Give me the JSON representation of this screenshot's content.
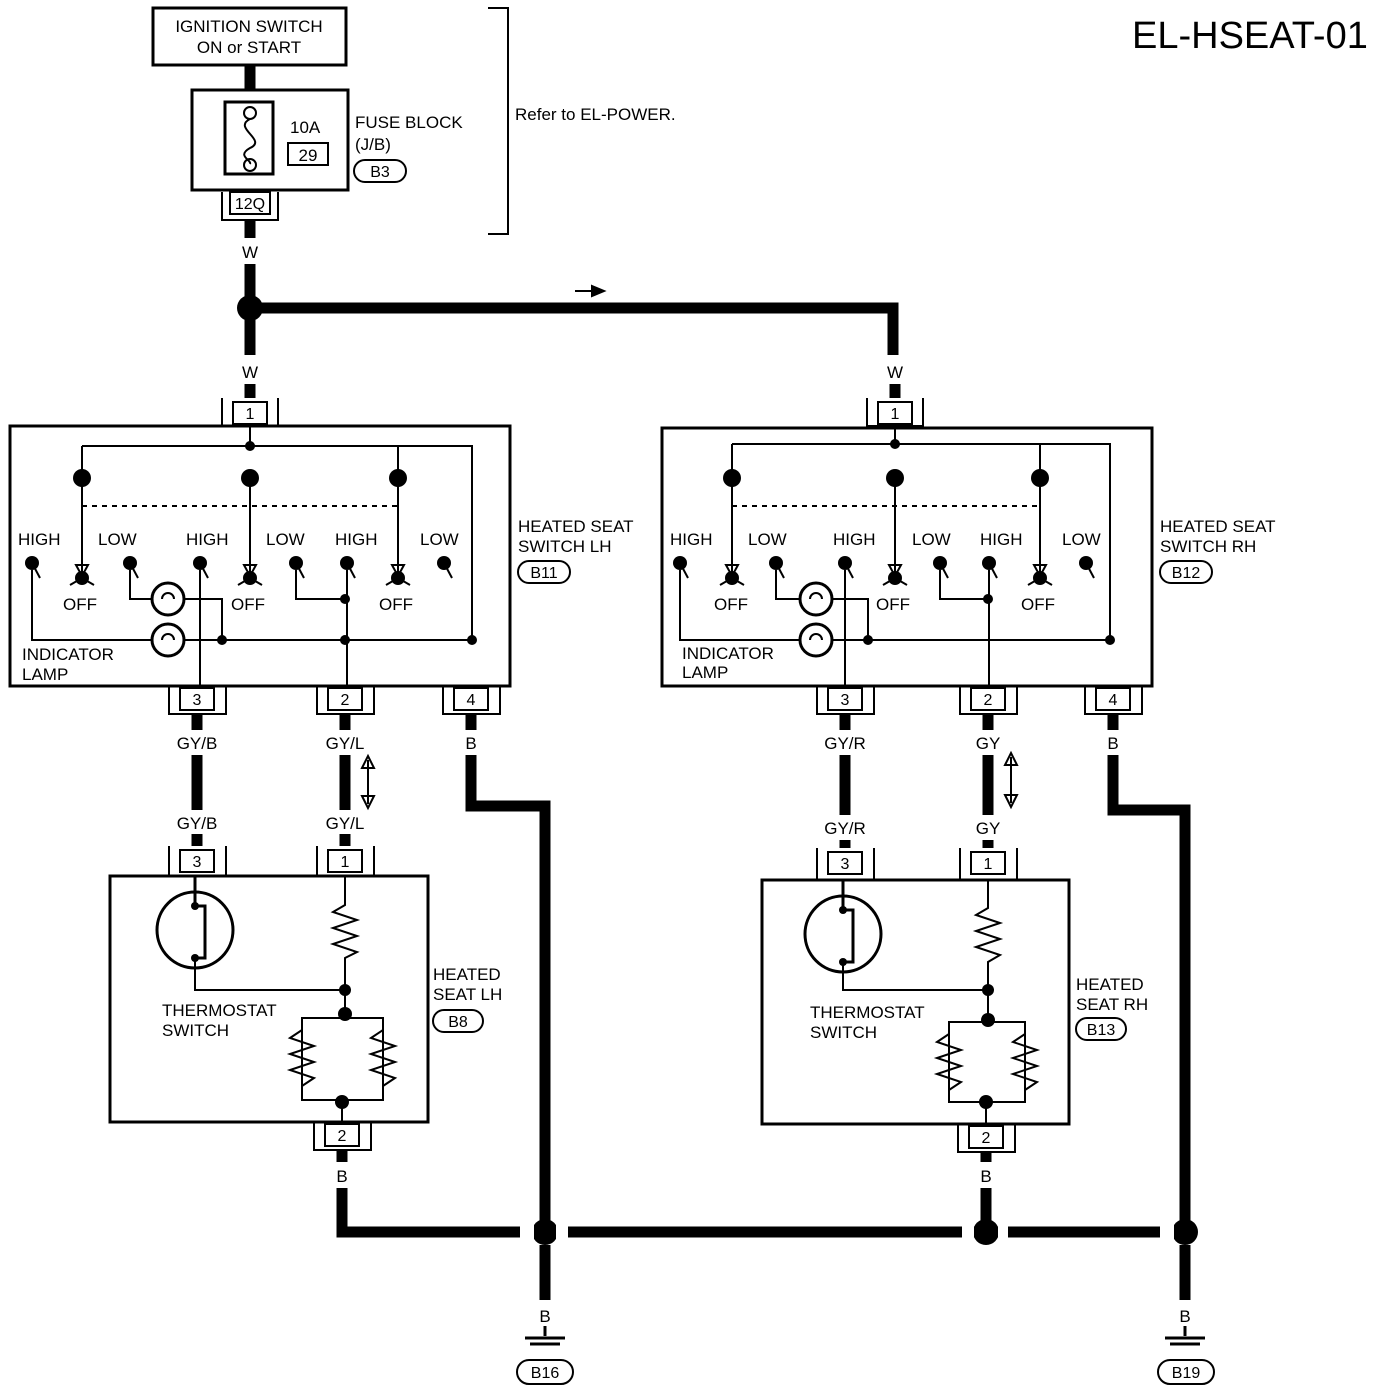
{
  "title": "EL-HSEAT-01",
  "power": {
    "ignition_line1": "IGNITION SWITCH",
    "ignition_line2": "ON or START",
    "fuse_amp": "10A",
    "fuse_number": "29",
    "fuse_block_line1": "FUSE BLOCK",
    "fuse_block_line2": "(J/B)",
    "fuse_block_connector": "B3",
    "fuse_terminal": "12Q",
    "refer_note": "Refer to EL-POWER."
  },
  "wire_colors": {
    "w": "W",
    "gyb": "GY/B",
    "gyl": "GY/L",
    "gyr": "GY/R",
    "gy": "GY",
    "b": "B"
  },
  "switch_lh": {
    "name_line1": "HEATED SEAT",
    "name_line2": "SWITCH LH",
    "connector": "B11",
    "pins": [
      "1",
      "3",
      "2",
      "4"
    ]
  },
  "switch_rh": {
    "name_line1": "HEATED SEAT",
    "name_line2": "SWITCH RH",
    "connector": "B12",
    "pins": [
      "1",
      "3",
      "2",
      "4"
    ]
  },
  "switch_labels": {
    "high": "HIGH",
    "low": "LOW",
    "off": "OFF",
    "indicator1": "INDICATOR",
    "indicator2": "LAMP"
  },
  "seat_lh": {
    "name_line1": "HEATED",
    "name_line2": "SEAT LH",
    "connector": "B8",
    "pins": [
      "3",
      "1",
      "2"
    ]
  },
  "seat_rh": {
    "name_line1": "HEATED",
    "name_line2": "SEAT RH",
    "connector": "B13",
    "pins": [
      "3",
      "1",
      "2"
    ]
  },
  "thermostat": {
    "line1": "THERMOSTAT",
    "line2": "SWITCH"
  },
  "grounds": [
    "B16",
    "B19"
  ]
}
